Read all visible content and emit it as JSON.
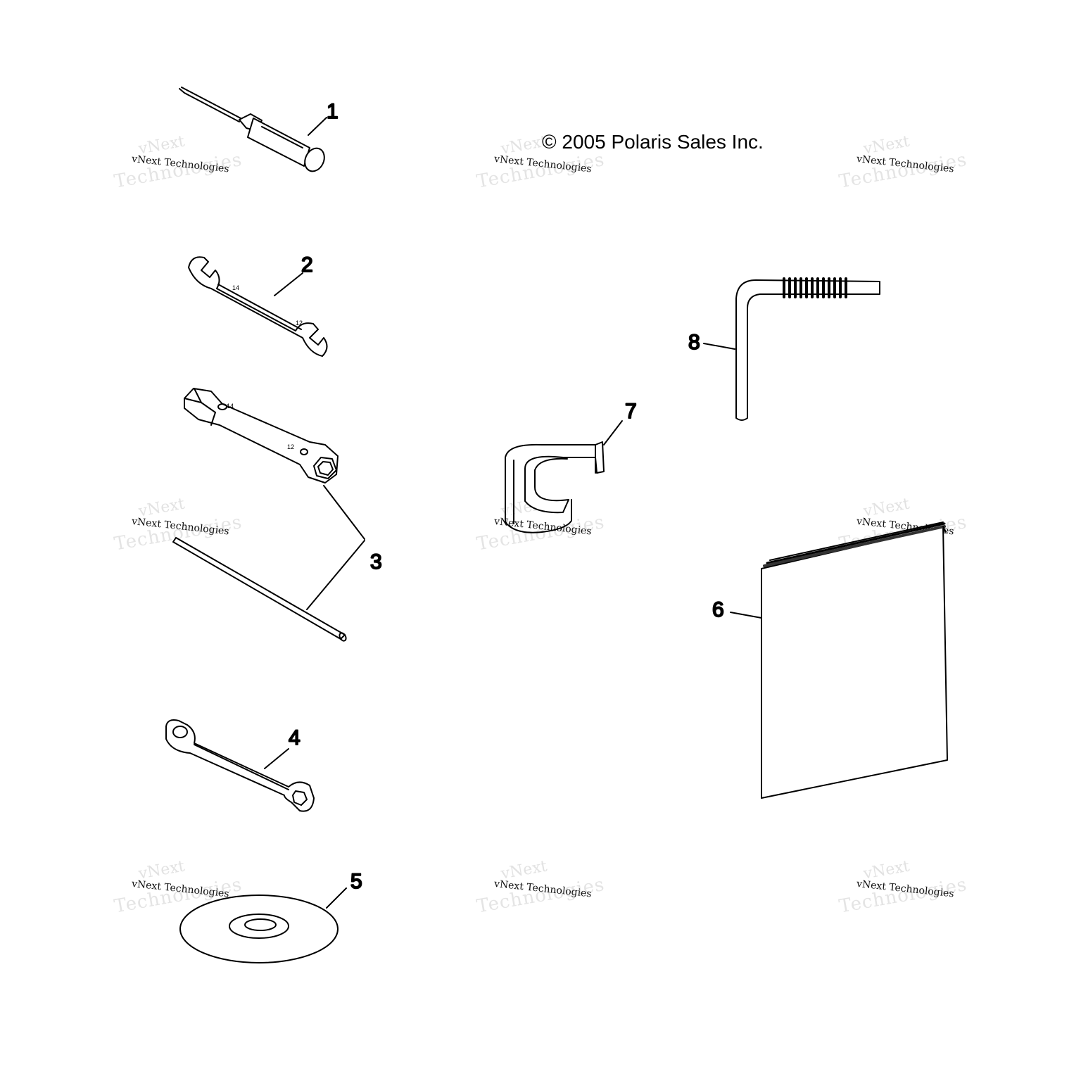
{
  "copyright": "© 2005 Polaris Sales Inc.",
  "watermark": {
    "brand": "vNext",
    "company": "Technologies",
    "full": "vNext Technologies"
  },
  "callouts": [
    {
      "id": 1,
      "label": "1",
      "part": "screwdriver"
    },
    {
      "id": 2,
      "label": "2",
      "part": "open-end-wrench"
    },
    {
      "id": 3,
      "label": "3",
      "part": "tube-socket-wrench-with-bar"
    },
    {
      "id": 4,
      "label": "4",
      "part": "box-end-wrench"
    },
    {
      "id": 5,
      "label": "5",
      "part": "cd-disc"
    },
    {
      "id": 6,
      "label": "6",
      "part": "owners-manual"
    },
    {
      "id": 7,
      "label": "7",
      "part": "tether-strap"
    },
    {
      "id": 8,
      "label": "8",
      "part": "hex-key"
    }
  ]
}
